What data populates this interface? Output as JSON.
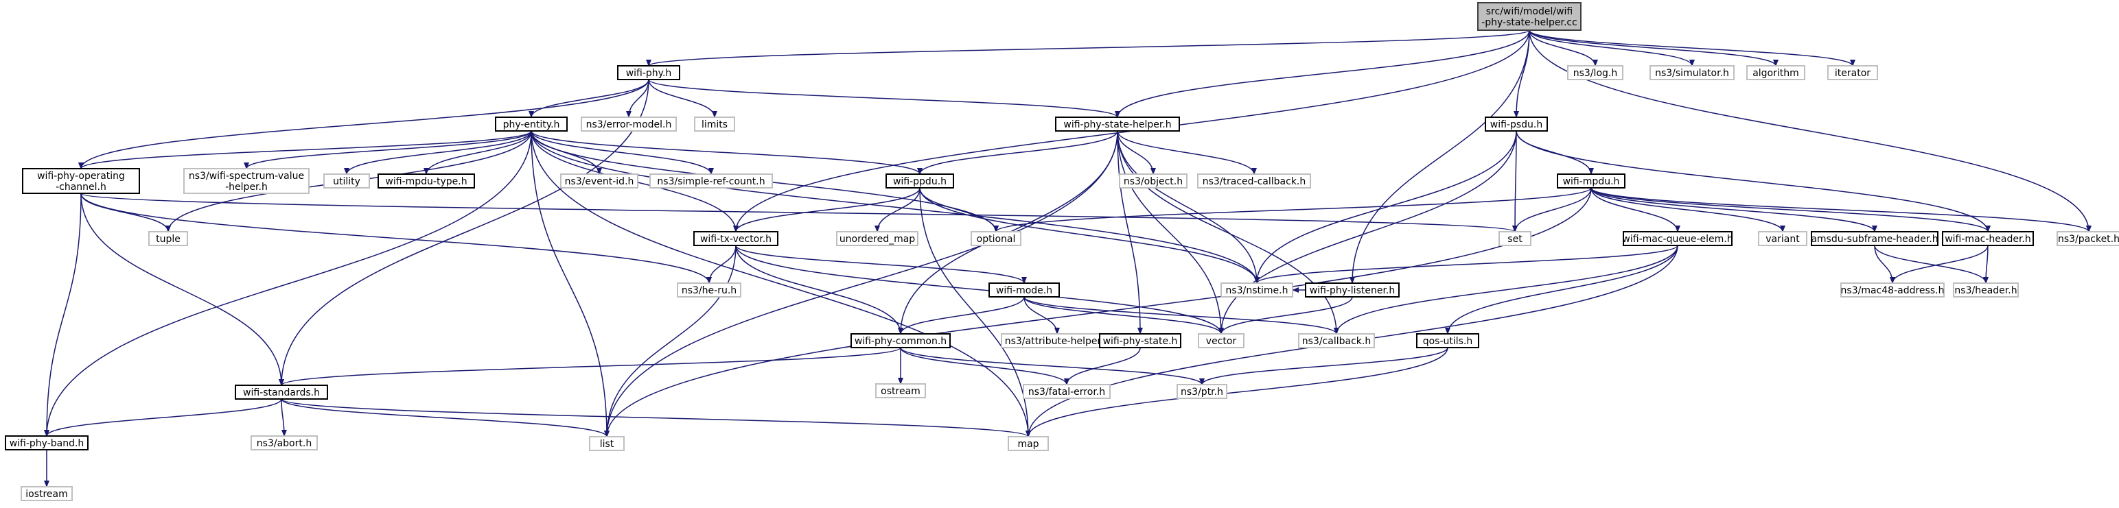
{
  "graph": {
    "type": "include-dependency-graph",
    "colors": {
      "edge": "#191970",
      "root_fill": "#bfbfbf",
      "root_border": "#404040",
      "documented_border": "#000000",
      "external_border": "#bfbfbf",
      "node_fill": "#ffffff"
    },
    "nodes": [
      {
        "id": "root",
        "label": "src/wifi/model/wifi\n-phy-state-helper.cc",
        "kind": "root"
      },
      {
        "id": "wifi_phy",
        "label": "wifi-phy.h",
        "kind": "doc"
      },
      {
        "id": "phy_entity",
        "label": "phy-entity.h",
        "kind": "doc"
      },
      {
        "id": "error_model",
        "label": "ns3/error-model.h",
        "kind": "ext"
      },
      {
        "id": "limits",
        "label": "limits",
        "kind": "ext"
      },
      {
        "id": "wpsh_h",
        "label": "wifi-phy-state-helper.h",
        "kind": "doc"
      },
      {
        "id": "log",
        "label": "ns3/log.h",
        "kind": "ext"
      },
      {
        "id": "simulator",
        "label": "ns3/simulator.h",
        "kind": "ext"
      },
      {
        "id": "algorithm",
        "label": "algorithm",
        "kind": "ext"
      },
      {
        "id": "iterator",
        "label": "iterator",
        "kind": "ext"
      },
      {
        "id": "wifi_psdu",
        "label": "wifi-psdu.h",
        "kind": "doc"
      },
      {
        "id": "op_channel",
        "label": "wifi-phy-operating\n-channel.h",
        "kind": "doc"
      },
      {
        "id": "spectrum",
        "label": "ns3/wifi-spectrum-value\n-helper.h",
        "kind": "ext"
      },
      {
        "id": "utility",
        "label": "utility",
        "kind": "ext"
      },
      {
        "id": "mpdu_type",
        "label": "wifi-mpdu-type.h",
        "kind": "doc"
      },
      {
        "id": "event_id",
        "label": "ns3/event-id.h",
        "kind": "ext"
      },
      {
        "id": "simple_ref",
        "label": "ns3/simple-ref-count.h",
        "kind": "ext"
      },
      {
        "id": "wifi_ppdu",
        "label": "wifi-ppdu.h",
        "kind": "doc"
      },
      {
        "id": "object",
        "label": "ns3/object.h",
        "kind": "ext"
      },
      {
        "id": "traced_cb",
        "label": "ns3/traced-callback.h",
        "kind": "ext"
      },
      {
        "id": "wifi_mpdu",
        "label": "wifi-mpdu.h",
        "kind": "doc"
      },
      {
        "id": "tuple",
        "label": "tuple",
        "kind": "ext"
      },
      {
        "id": "unordered_map",
        "label": "unordered_map",
        "kind": "ext"
      },
      {
        "id": "optional",
        "label": "optional",
        "kind": "ext"
      },
      {
        "id": "set",
        "label": "set",
        "kind": "ext"
      },
      {
        "id": "variant",
        "label": "variant",
        "kind": "ext"
      },
      {
        "id": "amsdu",
        "label": "amsdu-subframe-header.h",
        "kind": "doc"
      },
      {
        "id": "mac_header",
        "label": "wifi-mac-header.h",
        "kind": "doc"
      },
      {
        "id": "packet",
        "label": "ns3/packet.h",
        "kind": "ext"
      },
      {
        "id": "mac_queue_elem",
        "label": "wifi-mac-queue-elem.h",
        "kind": "doc"
      },
      {
        "id": "tx_vector",
        "label": "wifi-tx-vector.h",
        "kind": "doc"
      },
      {
        "id": "he_ru",
        "label": "ns3/he-ru.h",
        "kind": "ext"
      },
      {
        "id": "nstime",
        "label": "ns3/nstime.h",
        "kind": "ext"
      },
      {
        "id": "phy_listener",
        "label": "wifi-phy-listener.h",
        "kind": "doc"
      },
      {
        "id": "mac48",
        "label": "ns3/mac48-address.h",
        "kind": "ext"
      },
      {
        "id": "header",
        "label": "ns3/header.h",
        "kind": "ext"
      },
      {
        "id": "wifi_mode",
        "label": "wifi-mode.h",
        "kind": "doc"
      },
      {
        "id": "phy_common",
        "label": "wifi-phy-common.h",
        "kind": "doc"
      },
      {
        "id": "attr_helper",
        "label": "ns3/attribute-helper.h",
        "kind": "ext"
      },
      {
        "id": "phy_state",
        "label": "wifi-phy-state.h",
        "kind": "doc"
      },
      {
        "id": "vector",
        "label": "vector",
        "kind": "ext"
      },
      {
        "id": "callback",
        "label": "ns3/callback.h",
        "kind": "ext"
      },
      {
        "id": "qos_utils",
        "label": "qos-utils.h",
        "kind": "doc"
      },
      {
        "id": "ostream",
        "label": "ostream",
        "kind": "ext"
      },
      {
        "id": "standards",
        "label": "wifi-standards.h",
        "kind": "doc"
      },
      {
        "id": "fatal_error",
        "label": "ns3/fatal-error.h",
        "kind": "ext"
      },
      {
        "id": "ptr",
        "label": "ns3/ptr.h",
        "kind": "ext"
      },
      {
        "id": "phy_band",
        "label": "wifi-phy-band.h",
        "kind": "doc"
      },
      {
        "id": "abort",
        "label": "ns3/abort.h",
        "kind": "ext"
      },
      {
        "id": "list",
        "label": "list",
        "kind": "ext"
      },
      {
        "id": "map",
        "label": "map",
        "kind": "ext"
      },
      {
        "id": "iostream",
        "label": "iostream",
        "kind": "ext"
      }
    ],
    "edges": [
      [
        "root",
        "wifi_phy"
      ],
      [
        "root",
        "wpsh_h"
      ],
      [
        "root",
        "log"
      ],
      [
        "root",
        "simulator"
      ],
      [
        "root",
        "algorithm"
      ],
      [
        "root",
        "iterator"
      ],
      [
        "root",
        "wifi_psdu"
      ],
      [
        "root",
        "tx_vector"
      ],
      [
        "root",
        "phy_listener"
      ],
      [
        "root",
        "packet"
      ],
      [
        "wifi_phy",
        "phy_entity"
      ],
      [
        "wifi_phy",
        "error_model"
      ],
      [
        "wifi_phy",
        "limits"
      ],
      [
        "wifi_phy",
        "wpsh_h"
      ],
      [
        "wifi_phy",
        "op_channel"
      ],
      [
        "wifi_phy",
        "standards"
      ],
      [
        "phy_entity",
        "op_channel"
      ],
      [
        "phy_entity",
        "spectrum"
      ],
      [
        "phy_entity",
        "utility"
      ],
      [
        "phy_entity",
        "mpdu_type"
      ],
      [
        "phy_entity",
        "event_id"
      ],
      [
        "phy_entity",
        "simple_ref"
      ],
      [
        "phy_entity",
        "wifi_ppdu"
      ],
      [
        "phy_entity",
        "tuple"
      ],
      [
        "phy_entity",
        "optional"
      ],
      [
        "phy_entity",
        "tx_vector"
      ],
      [
        "phy_entity",
        "nstime"
      ],
      [
        "phy_entity",
        "phy_band"
      ],
      [
        "phy_entity",
        "list"
      ],
      [
        "phy_entity",
        "map"
      ],
      [
        "wpsh_h",
        "wifi_ppdu"
      ],
      [
        "wpsh_h",
        "object"
      ],
      [
        "wpsh_h",
        "traced_cb"
      ],
      [
        "wpsh_h",
        "nstime"
      ],
      [
        "wpsh_h",
        "phy_state"
      ],
      [
        "wpsh_h",
        "phy_common"
      ],
      [
        "wpsh_h",
        "vector"
      ],
      [
        "wpsh_h",
        "callback"
      ],
      [
        "wpsh_h",
        "list"
      ],
      [
        "wifi_psdu",
        "wifi_mpdu"
      ],
      [
        "wifi_psdu",
        "set"
      ],
      [
        "wifi_psdu",
        "nstime"
      ],
      [
        "wifi_psdu",
        "mac_header"
      ],
      [
        "wifi_psdu",
        "vector"
      ],
      [
        "wifi_mpdu",
        "optional"
      ],
      [
        "wifi_mpdu",
        "set"
      ],
      [
        "wifi_mpdu",
        "variant"
      ],
      [
        "wifi_mpdu",
        "amsdu"
      ],
      [
        "wifi_mpdu",
        "mac_header"
      ],
      [
        "wifi_mpdu",
        "packet"
      ],
      [
        "wifi_mpdu",
        "mac_queue_elem"
      ],
      [
        "wifi_mpdu",
        "list"
      ],
      [
        "op_channel",
        "tuple"
      ],
      [
        "op_channel",
        "set"
      ],
      [
        "op_channel",
        "he_ru"
      ],
      [
        "op_channel",
        "standards"
      ],
      [
        "op_channel",
        "phy_band"
      ],
      [
        "wifi_ppdu",
        "tx_vector"
      ],
      [
        "wifi_ppdu",
        "unordered_map"
      ],
      [
        "wifi_ppdu",
        "optional"
      ],
      [
        "wifi_ppdu",
        "nstime"
      ],
      [
        "wifi_ppdu",
        "map"
      ],
      [
        "tx_vector",
        "he_ru"
      ],
      [
        "tx_vector",
        "wifi_mode"
      ],
      [
        "tx_vector",
        "phy_common"
      ],
      [
        "tx_vector",
        "list"
      ],
      [
        "tx_vector",
        "vector"
      ],
      [
        "wifi_mode",
        "phy_common"
      ],
      [
        "wifi_mode",
        "attr_helper"
      ],
      [
        "wifi_mode",
        "vector"
      ],
      [
        "wifi_mode",
        "callback"
      ],
      [
        "phy_listener",
        "nstime"
      ],
      [
        "phy_listener",
        "vector"
      ],
      [
        "phy_common",
        "standards"
      ],
      [
        "phy_common",
        "ostream"
      ],
      [
        "phy_common",
        "fatal_error"
      ],
      [
        "phy_common",
        "ptr"
      ],
      [
        "phy_state",
        "fatal_error"
      ],
      [
        "mac_queue_elem",
        "nstime"
      ],
      [
        "mac_queue_elem",
        "callback"
      ],
      [
        "mac_queue_elem",
        "qos_utils"
      ],
      [
        "mac_queue_elem",
        "map"
      ],
      [
        "amsdu",
        "mac48"
      ],
      [
        "amsdu",
        "header"
      ],
      [
        "mac_header",
        "mac48"
      ],
      [
        "mac_header",
        "header"
      ],
      [
        "qos_utils",
        "ptr"
      ],
      [
        "qos_utils",
        "map"
      ],
      [
        "standards",
        "abort"
      ],
      [
        "standards",
        "phy_band"
      ],
      [
        "standards",
        "list"
      ],
      [
        "standards",
        "map"
      ],
      [
        "phy_band",
        "iostream"
      ]
    ]
  }
}
